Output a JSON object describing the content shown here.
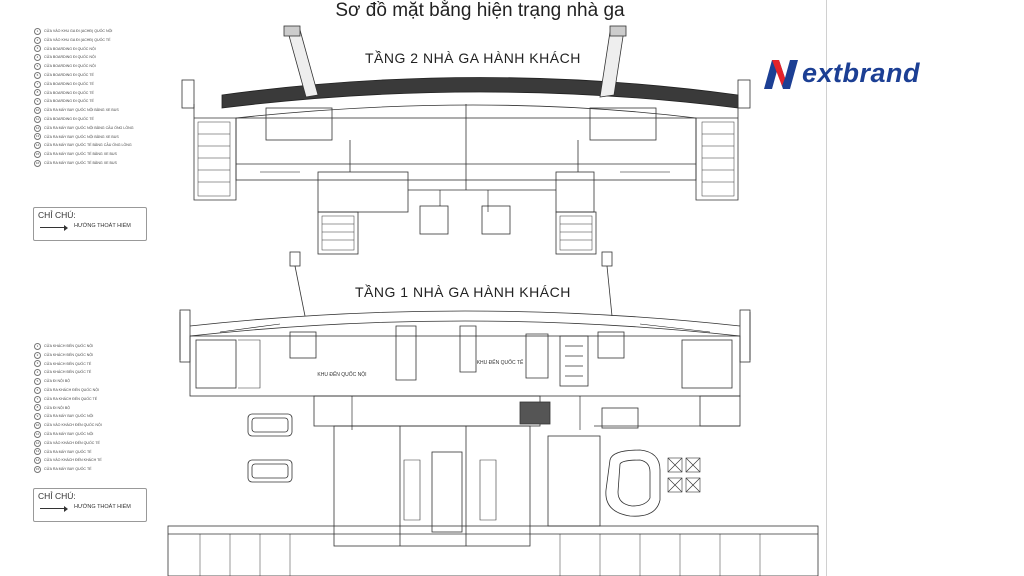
{
  "title": "Sơ đồ mặt bằng hiện trạng nhà ga",
  "floor2": {
    "title": "TẦNG 2 NHÀ GA HÀNH KHÁCH",
    "legend": [
      "CỬA VÀO KHU GA ĐI (ACHĐ) QUỐC NỘI",
      "CỬA VÀO KHU GA ĐI (ACHĐ) QUỐC TẾ",
      "CỬA BOARDING ĐI QUỐC NỘI",
      "CỬA BOARDING ĐI QUỐC NỘI",
      "CỬA BOARDING ĐI QUỐC NỘI",
      "CỬA BOARDING ĐI QUỐC TẾ",
      "CỬA BOARDING ĐI QUỐC TẾ",
      "CỬA BOARDING ĐI QUỐC TẾ",
      "CỬA BOARDING ĐI QUỐC TẾ",
      "CỬA RA MÁY BAY QUỐC NỘI BẰNG XE BUS",
      "CỬA BOARDING ĐI QUỐC TẾ",
      "CỬA RA MÁY BAY QUỐC NỘI BẰNG CẦU ỐNG LỒNG",
      "CỬA RA MÁY BAY QUỐC NỘI BẰNG XE BUS",
      "CỬA RA MÁY BAY QUỐC TẾ BẰNG CẦU ỐNG LỒNG",
      "CỬA RA MÁY BAY QUỐC TẾ BẰNG XE BUS",
      "CỬA RA MÁY BAY QUỐC TẾ BẰNG XE BUS"
    ],
    "note_title": "CHỈ CHÚ:",
    "note_label": "HƯỚNG THOÁT HIỂM"
  },
  "floor1": {
    "title": "TẦNG 1 NHÀ GA HÀNH KHÁCH",
    "legend": [
      "CỬA KHÁCH ĐẾN QUỐC NỘI",
      "CỬA KHÁCH ĐẾN QUỐC NỘI",
      "CỬA KHÁCH ĐẾN QUỐC TẾ",
      "CỬA KHÁCH ĐẾN QUỐC TẾ",
      "CỬA ĐI NỘI BỘ",
      "CỬA RA KHÁCH ĐẾN QUỐC NỘI",
      "CỬA RA KHÁCH ĐẾN QUỐC TẾ",
      "CỬA ĐI NỘI BỘ",
      "CỬA RA MÁY BAY QUỐC NỘI",
      "CỬA VÀO KHÁCH ĐẾN QUỐC NỘI",
      "CỬA RA MÁY BAY QUỐC NỘI",
      "CỬA VÀO KHÁCH ĐẾN QUỐC TẾ",
      "CỬA RA MÁY BAY QUỐC TẾ",
      "CỬA VÀO KHÁCH ĐẾN KHÁCH TẾ",
      "CỬA RA MÁY BAY QUỐC TẾ"
    ],
    "note_title": "CHỈ CHÚ:",
    "note_label": "HƯỚNG THOÁT HIỂM",
    "zone_domestic": "KHU ĐẾN QUỐC NỘI",
    "zone_international": "KHU ĐẾN QUỐC TẾ"
  },
  "logo": {
    "text": "extbrand",
    "color": "#1c3f94",
    "accent": "#e5232a"
  }
}
